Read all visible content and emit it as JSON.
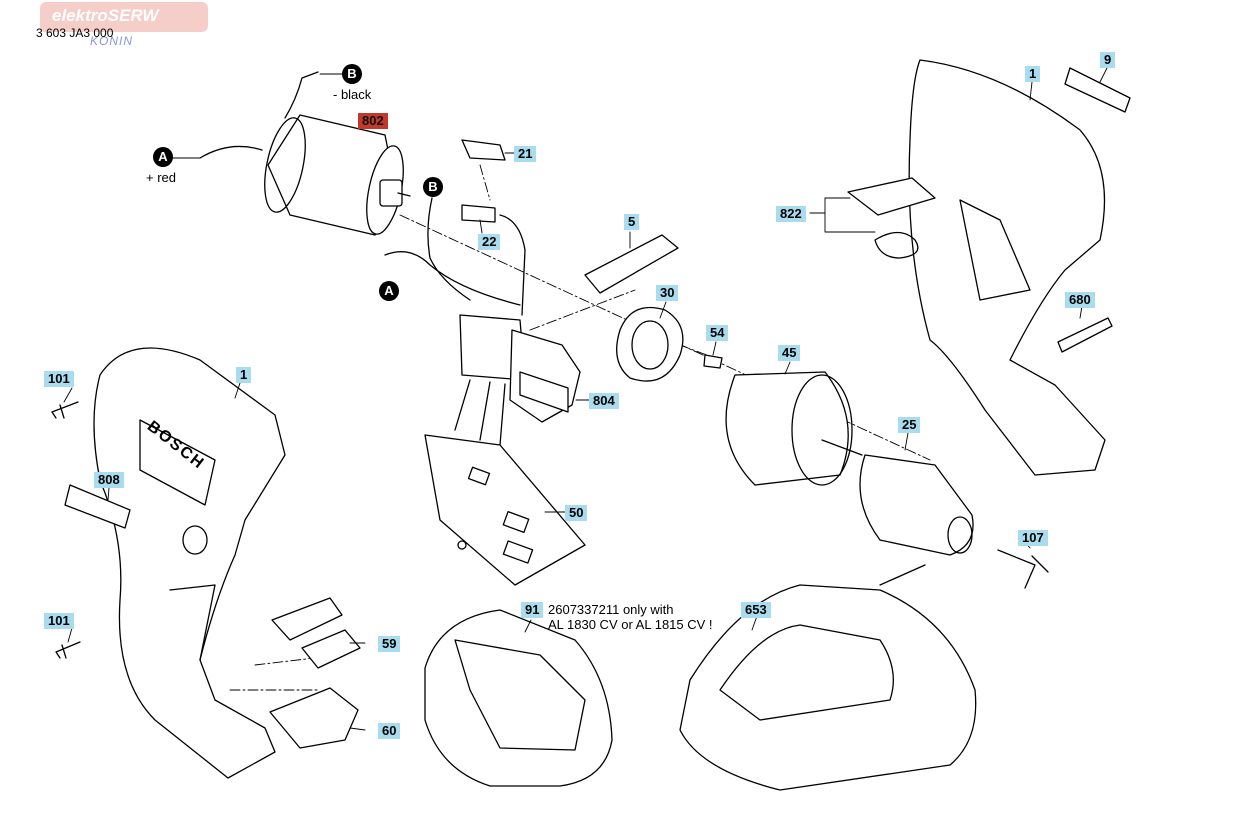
{
  "watermark": {
    "brand": "elektroSERW",
    "city": "KONIN"
  },
  "diagram_id": "3 603 JA3 000",
  "wires": {
    "black_letter": "B",
    "black_label": "- black",
    "red_letter": "A",
    "red_label": "+ red",
    "connector_b": "B",
    "connector_a": "A"
  },
  "housing_text": "BOSCH",
  "parts": {
    "p802": "802",
    "p21": "21",
    "p22": "22",
    "p5": "5",
    "p30": "30",
    "p54": "54",
    "p45": "45",
    "p804": "804",
    "p50": "50",
    "p1_right": "1",
    "p9": "9",
    "p822": "822",
    "p680": "680",
    "p25": "25",
    "p107": "107",
    "p101_top": "101",
    "p1_left": "1",
    "p808": "808",
    "p101_bottom": "101",
    "p59": "59",
    "p60": "60",
    "p91": "91",
    "p653": "653"
  },
  "note_91": "2607337211 only with\nAL 1830 CV or AL 1815 CV !",
  "colors": {
    "label_bg": "#a8dcee",
    "highlight_bg": "#c0392b",
    "line": "#000000"
  }
}
